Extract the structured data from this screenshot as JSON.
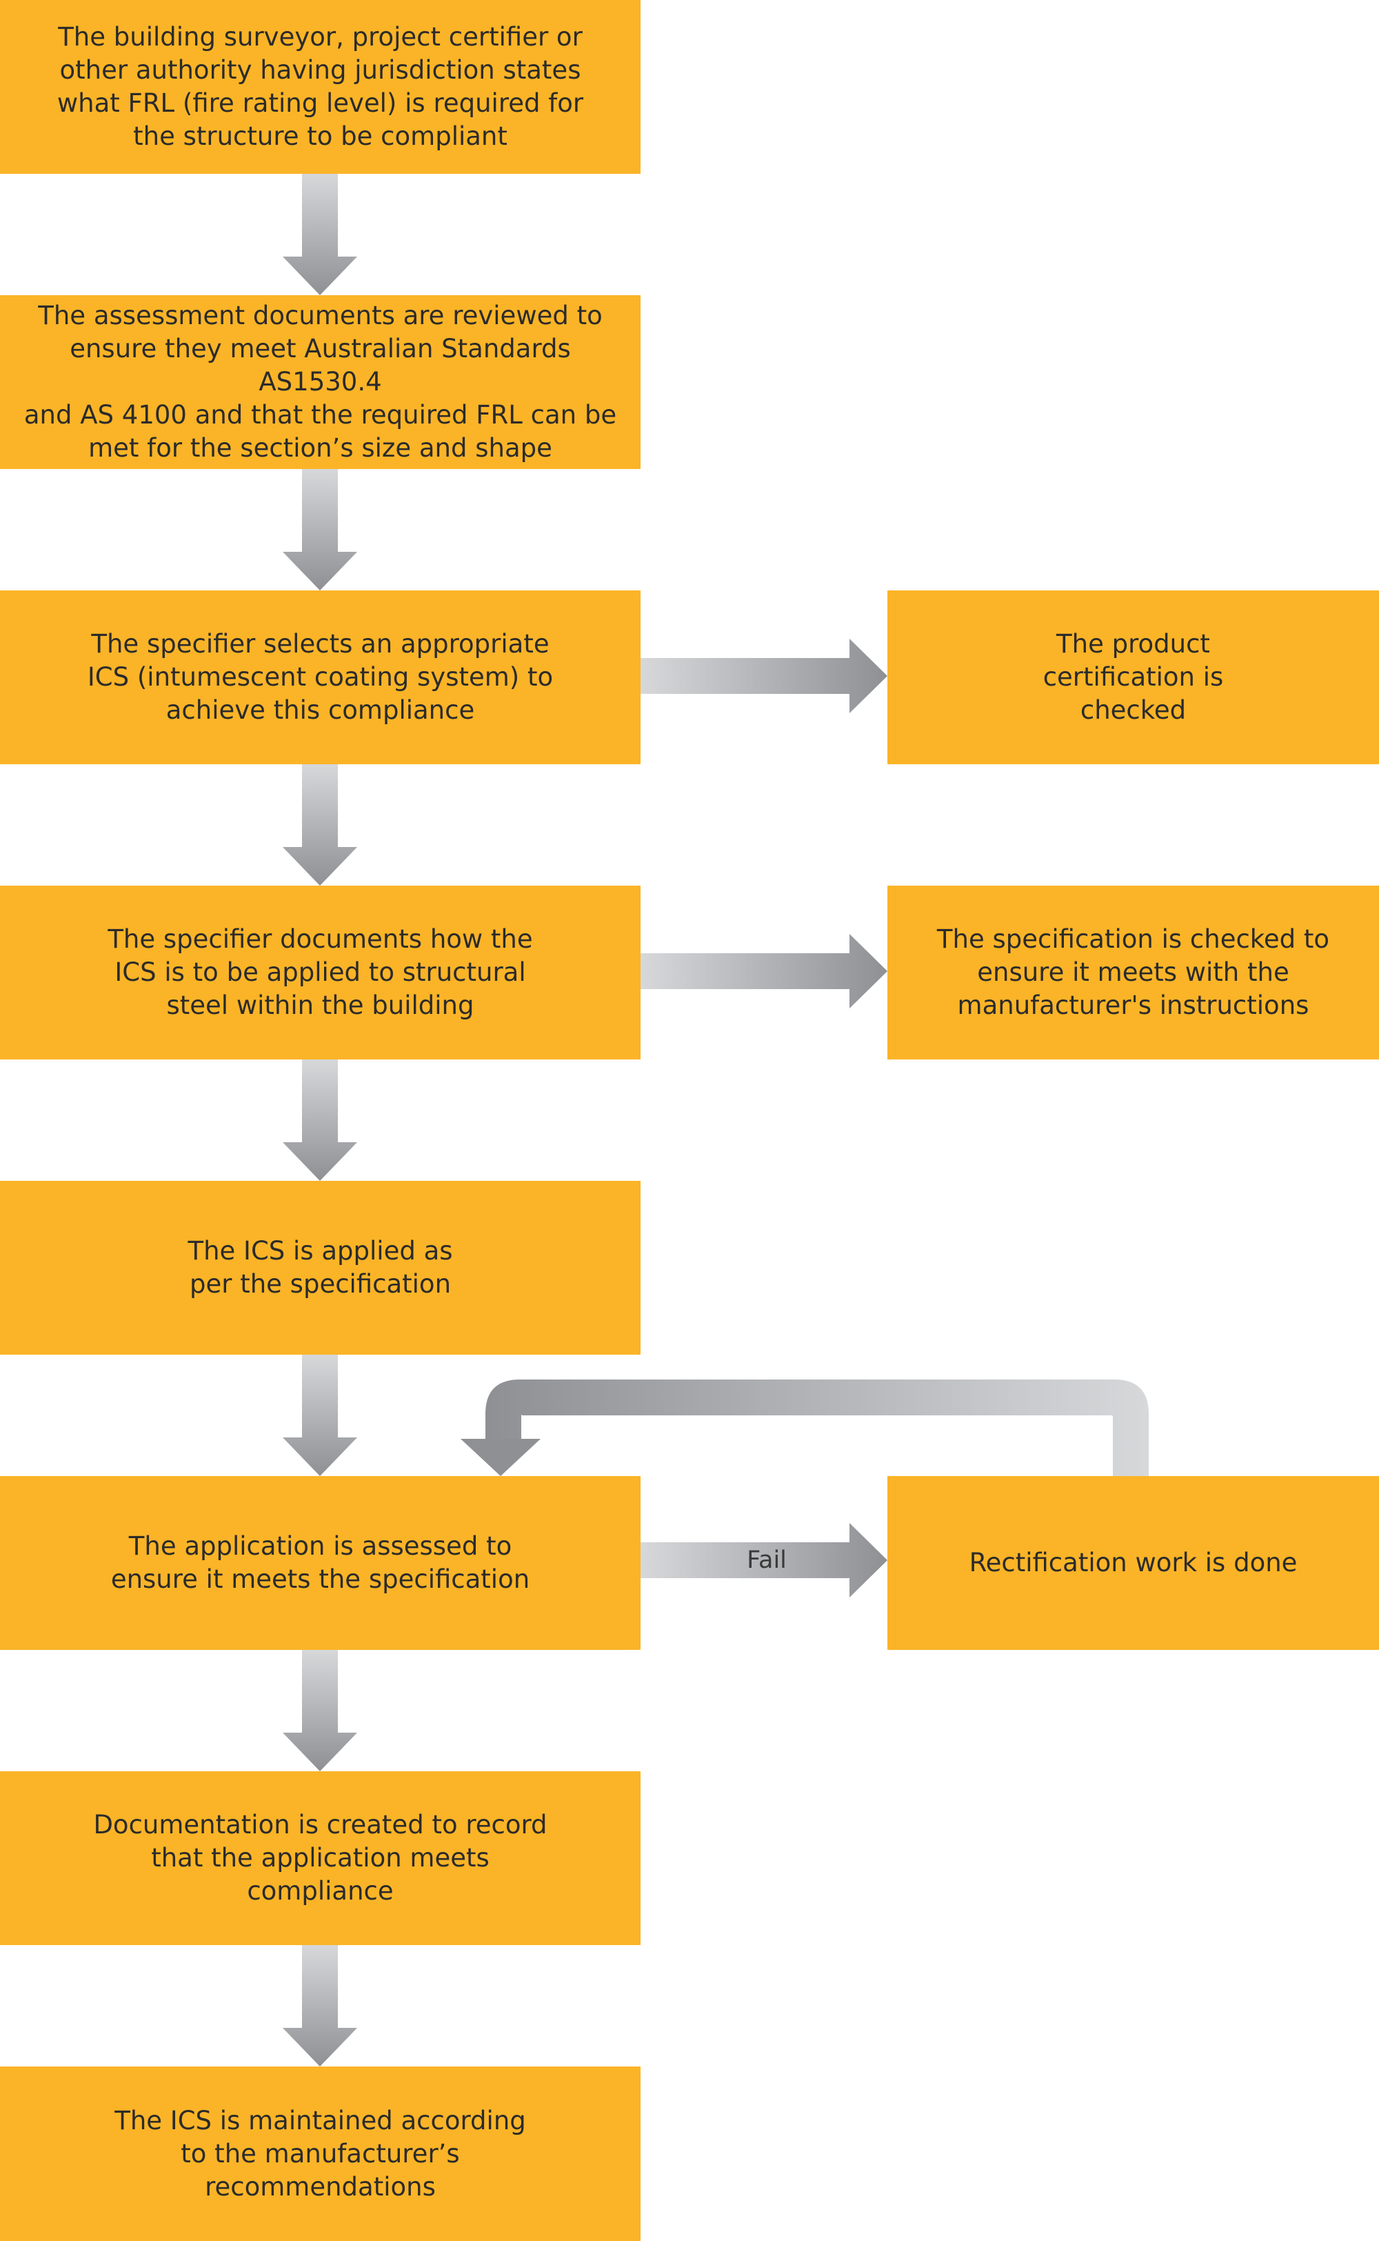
{
  "steps": [
    "The building surveyor, project certifier or\nother authority having jurisdiction states\nwhat FRL (fire rating level) is required for\nthe structure to be compliant",
    "The assessment documents are reviewed to\nensure they meet Australian Standards AS1530.4\nand AS 4100 and that the required FRL can be\nmet for the section’s size and shape",
    "The specifier selects an appropriate\nICS (intumescent coating system) to\nachieve this compliance",
    "The specifier documents how the\nICS is to be applied to structural\nsteel within the building",
    "The ICS is applied as\nper the specification",
    "The application is assessed to\nensure it meets the specification",
    "Documentation is created to record\nthat the application meets\ncompliance",
    "The ICS is maintained according\nto the manufacturer’s\nrecommendations"
  ],
  "side_steps": {
    "product_certification": "The product\ncertification is\nchecked",
    "specification_check": "The specification is checked to\nensure it meets with the\nmanufacturer's instructions",
    "rectification": "Rectification work is done"
  },
  "fail_label": "Fail",
  "colors": {
    "box": "#FBB427",
    "arrow_light": "#d4d6d8",
    "arrow_dark": "#8e9094",
    "text": "#2b2b2b"
  }
}
